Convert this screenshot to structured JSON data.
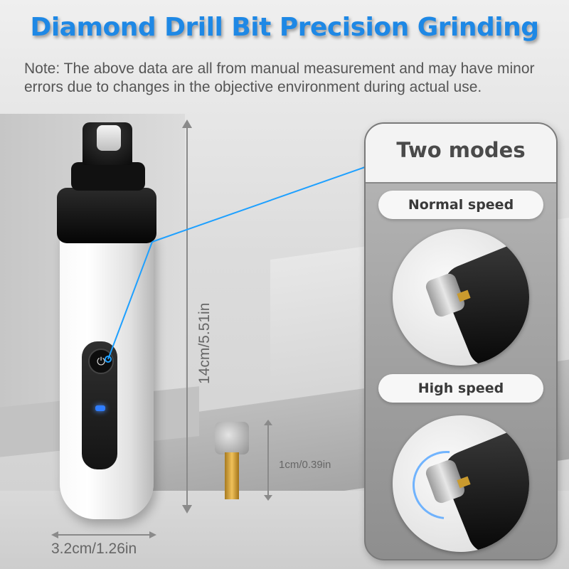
{
  "header": {
    "title": "Diamond Drill Bit Precision Grinding",
    "note": "Note: The above data are all from manual measurement and may have minor errors due to changes in the objective environment during actual use."
  },
  "dimensions": {
    "length": "14cm/5.51in",
    "width": "3.2cm/1.26in",
    "bit_height": "1cm/0.39in"
  },
  "modes": {
    "title": "Two modes",
    "normal": "Normal speed",
    "high": "High speed"
  },
  "colors": {
    "title_blue": "#1e88e5",
    "led_blue": "#2f7dff",
    "connector": "#1ea0ff"
  },
  "icons": {
    "power": "power-icon"
  }
}
